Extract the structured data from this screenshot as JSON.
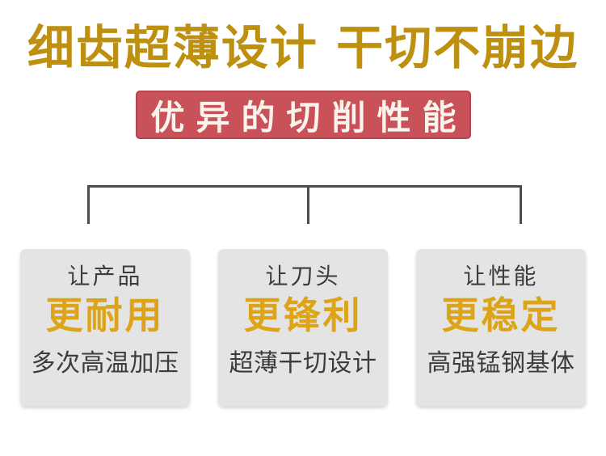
{
  "title": "细齿超薄设计 干切不崩边",
  "banner": {
    "text": "优异的切削性能"
  },
  "features": [
    {
      "intro": "让产品",
      "highlight": "更耐用",
      "detail": "多次高温加压"
    },
    {
      "intro": "让刀头",
      "highlight": "更锋利",
      "detail": "超薄干切设计"
    },
    {
      "intro": "让性能",
      "highlight": "更稳定",
      "detail": "高强锰钢基体"
    }
  ],
  "colors": {
    "title_gold": "#BE900F",
    "highlight_gold": "#DDA418",
    "banner_red": "#C8515A",
    "banner_border": "#B2454E",
    "banner_text": "#FBF4EC",
    "card_background": "#E4E4E4",
    "body_text": "#3C3C3C",
    "connector_line": "#4D4D4D",
    "page_background": "#FFFFFF"
  }
}
